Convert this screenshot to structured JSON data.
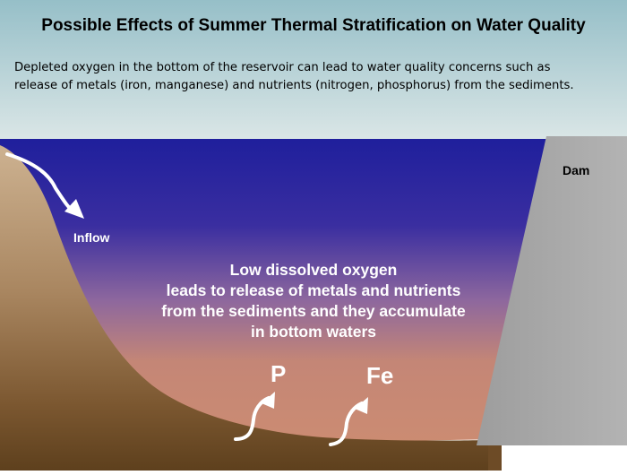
{
  "title": "Possible Effects of Summer Thermal Stratification on Water Quality",
  "subtitle": {
    "line1": "Depleted oxygen in the bottom of the reservoir can lead to water quality concerns such as",
    "line2": "release of metals (iron, manganese) and nutrients (nitrogen, phosphorus) from the sediments."
  },
  "labels": {
    "dam": "Dam",
    "inflow": "Inflow"
  },
  "center_text": [
    "Low dissolved oxygen",
    "leads to release of metals and nutrients",
    "from the sediments and they accumulate",
    "in bottom waters"
  ],
  "chemicals": {
    "phosphorus": "P",
    "iron": "Fe"
  },
  "colors": {
    "sky_top": "#98c1c9",
    "sky_bottom": "#dbe6e6",
    "water_surface": "#24249e",
    "water_mid": "#8f6aa0",
    "water_bottom": "#c98a72",
    "bank": "#c4a480",
    "dam": "#a9a9a9",
    "sediment": "#6b4a25"
  }
}
